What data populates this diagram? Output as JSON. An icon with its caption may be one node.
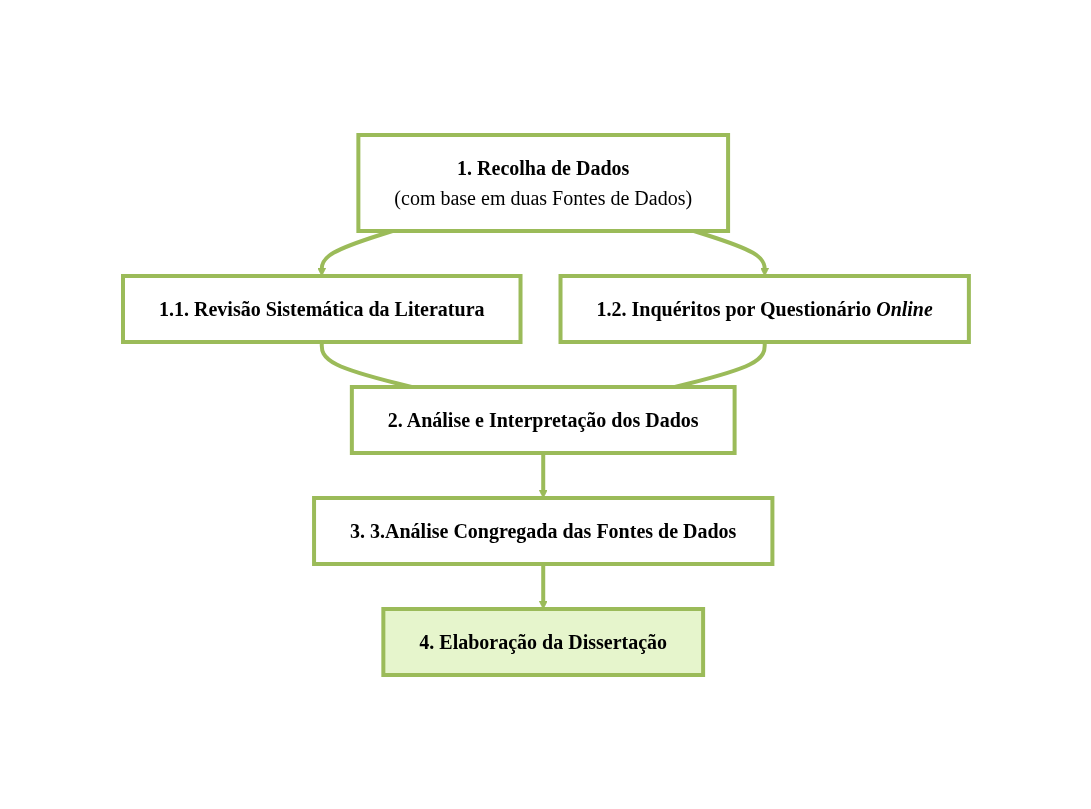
{
  "diagram": {
    "nodes": [
      {
        "text": [
          "1. Recolha de Dados",
          "(com base em duas Fontes de Dados)"
        ]
      },
      {
        "text": [
          "1.1. Revisão Sistemática da Literatura"
        ]
      },
      {
        "text": [
          "1.2. Inquéritos por Questionário *Online*"
        ]
      },
      {
        "text": [
          "2. Análise e Interpretação dos Dados"
        ]
      },
      {
        "text": [
          "3. 3.Análise Congregada das Fontes de Dados"
        ]
      },
      {
        "text": [
          "4. Elaboração da Dissertação"
        ]
      }
    ],
    "edges": [
      {
        "from": 0,
        "to": 1,
        "arrow": "to"
      },
      {
        "from": 0,
        "to": 2,
        "arrow": "to"
      },
      {
        "from": 1,
        "to": 3,
        "arrow": "none"
      },
      {
        "from": 2,
        "to": 3,
        "arrow": "none"
      },
      {
        "from": 3,
        "to": 4,
        "arrow": "to"
      },
      {
        "from": 4,
        "to": 5,
        "arrow": "to"
      }
    ]
  }
}
